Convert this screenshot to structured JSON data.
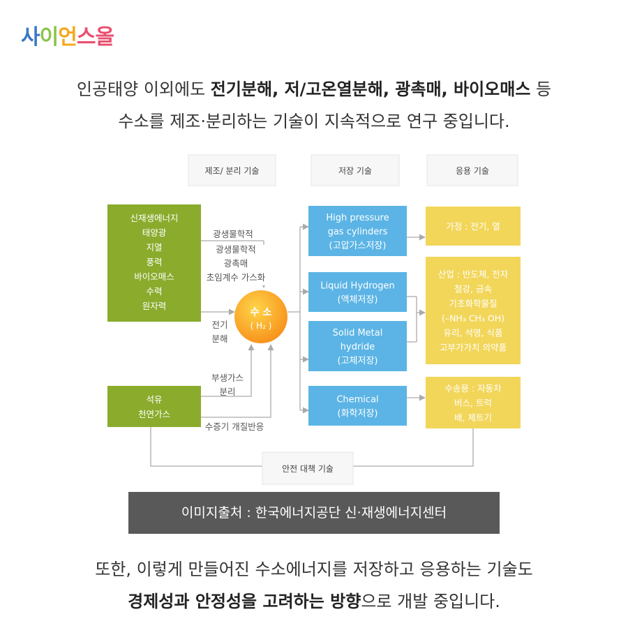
{
  "logo": {
    "chars": [
      "사",
      "이",
      "언",
      "스",
      "올"
    ],
    "colors": [
      "#3a78c5",
      "#8bc34a",
      "#f4a81d",
      "#e94f6f",
      "#e94f6f"
    ]
  },
  "intro": {
    "line1_prefix": "인공태양 이외에도 ",
    "line1_bold": "전기분해, 저/고온열분해, 광촉매, 바이오매스",
    "line1_suffix": " 등",
    "line2": "수소를 제조·분리하는 기술이 지속적으로 연구 중입니다."
  },
  "diagram": {
    "headers": {
      "production": "제조/ 분리 기술",
      "storage": "저장 기술",
      "application": "응용 기술"
    },
    "sources_box1": [
      "신재생에너지",
      "태양광",
      "지열",
      "풍력",
      "바이오매스",
      "수력",
      "원자력"
    ],
    "sources_box2": [
      "석유",
      "천연가스"
    ],
    "process_photo": "광생물학적",
    "process_photo2": [
      "광생물학적",
      "광촉매",
      "초임계수 가스화"
    ],
    "process_electrolysis": [
      "전기",
      "분해"
    ],
    "process_byproduct": [
      "부생가스",
      "분리"
    ],
    "process_reforming": "수증기 개질반응",
    "hydrogen": {
      "name": "수 소",
      "formula": "( H₂ )"
    },
    "storage": [
      {
        "lines": [
          "High pressure",
          "gas cylinders",
          "(고압가스저장)"
        ]
      },
      {
        "lines": [
          "Liquid Hydrogen",
          "(액체저장)"
        ]
      },
      {
        "lines": [
          "Solid Metal",
          "hydride",
          "(고체저장)"
        ]
      },
      {
        "lines": [
          "Chemical",
          "(화학저장)"
        ]
      }
    ],
    "applications": [
      {
        "lines": [
          "가정 : 전기, 열"
        ]
      },
      {
        "lines": [
          "산업 : 반도체, 전자",
          "철강, 금속",
          "기초화학물질",
          "(–NH₃  CH₃  OH)",
          "유리, 석영, 식품",
          "고부가가치 의약품"
        ]
      },
      {
        "lines": [
          "수송용 : 자동차",
          "버스, 트럭",
          "배, 제트기"
        ]
      }
    ],
    "safety": "안전 대책 기술",
    "colors": {
      "green": "#8aab2c",
      "blue": "#5bb4e5",
      "yellow": "#f2d65a",
      "orange": "#f7941d",
      "line": "#aaaaaa"
    }
  },
  "source_caption": "이미지출처 :  한국에너지공단 신·재생에너지센터",
  "outro": {
    "line1": "또한, 이렇게 만들어진 수소에너지를 저장하고 응용하는 기술도",
    "line2_bold": "경제성과 안정성을 고려하는 방향",
    "line2_suffix": "으로 개발 중입니다."
  }
}
